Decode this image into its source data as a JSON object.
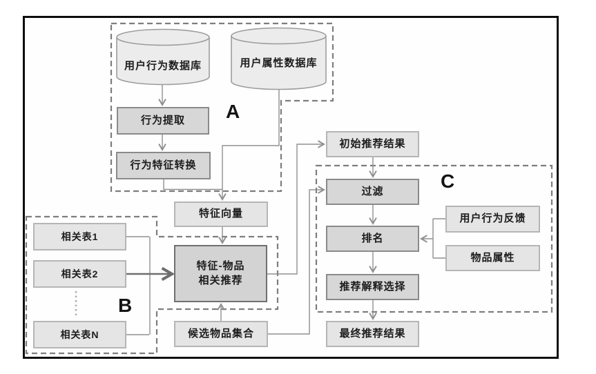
{
  "regions": {
    "a": {
      "label": "A"
    },
    "b": {
      "label": "B"
    },
    "c": {
      "label": "C"
    }
  },
  "nodes": {
    "user_behavior_db": {
      "label": "用户行为数据库",
      "shape": "cylinder"
    },
    "user_attr_db": {
      "label": "用户属性数据库",
      "shape": "cylinder"
    },
    "behavior_extract": {
      "label": "行为提取"
    },
    "behavior_feature_convert": {
      "label": "行为特征转换"
    },
    "feature_vector": {
      "label": "特征向量"
    },
    "related_table_1": {
      "label": "相关表1"
    },
    "related_table_2": {
      "label": "相关表2"
    },
    "related_table_n": {
      "label": "相关表N"
    },
    "feature_item_rec": {
      "line1": "特征-物品",
      "line2": "相关推荐"
    },
    "candidate_items": {
      "label": "候选物品集合"
    },
    "initial_results": {
      "label": "初始推荐结果"
    },
    "filter": {
      "label": "过滤"
    },
    "rank": {
      "label": "排名"
    },
    "explanation_select": {
      "label": "推荐解释选择"
    },
    "final_results": {
      "label": "最终推荐结果"
    },
    "behavior_feedback": {
      "label": "用户行为反馈"
    },
    "item_attrs": {
      "label": "物品属性"
    }
  },
  "edges": [
    {
      "from": "user_behavior_db",
      "to": "behavior_extract"
    },
    {
      "from": "behavior_extract",
      "to": "behavior_feature_convert"
    },
    {
      "from": "behavior_feature_convert",
      "to": "feature_vector"
    },
    {
      "from": "user_attr_db",
      "to": "feature_vector"
    },
    {
      "from": "feature_vector",
      "to": "feature_item_rec"
    },
    {
      "from": "related_table_1",
      "to": "feature_item_rec"
    },
    {
      "from": "related_table_2",
      "to": "feature_item_rec"
    },
    {
      "from": "related_table_n",
      "to": "feature_item_rec"
    },
    {
      "from": "candidate_items",
      "to": "feature_item_rec"
    },
    {
      "from": "feature_item_rec",
      "to": "initial_results"
    },
    {
      "from": "initial_results",
      "to": "filter"
    },
    {
      "from": "candidate_items",
      "to": "filter"
    },
    {
      "from": "filter",
      "to": "rank"
    },
    {
      "from": "behavior_feedback",
      "to": "rank"
    },
    {
      "from": "item_attrs",
      "to": "rank"
    },
    {
      "from": "rank",
      "to": "explanation_select"
    },
    {
      "from": "explanation_select",
      "to": "final_results"
    }
  ],
  "colors": {
    "process_fill": "#d7d7d7",
    "process_border": "#8a8a8a",
    "data_fill": "#e5e5e5",
    "data_border": "#b5b5b5",
    "emphasis_border": "#6f6f6f",
    "cylinder_fill": "#ececec",
    "connector": "#8f8f8f",
    "region_dash": "#7d7d7d",
    "frame_border": "#0d0d0d"
  }
}
